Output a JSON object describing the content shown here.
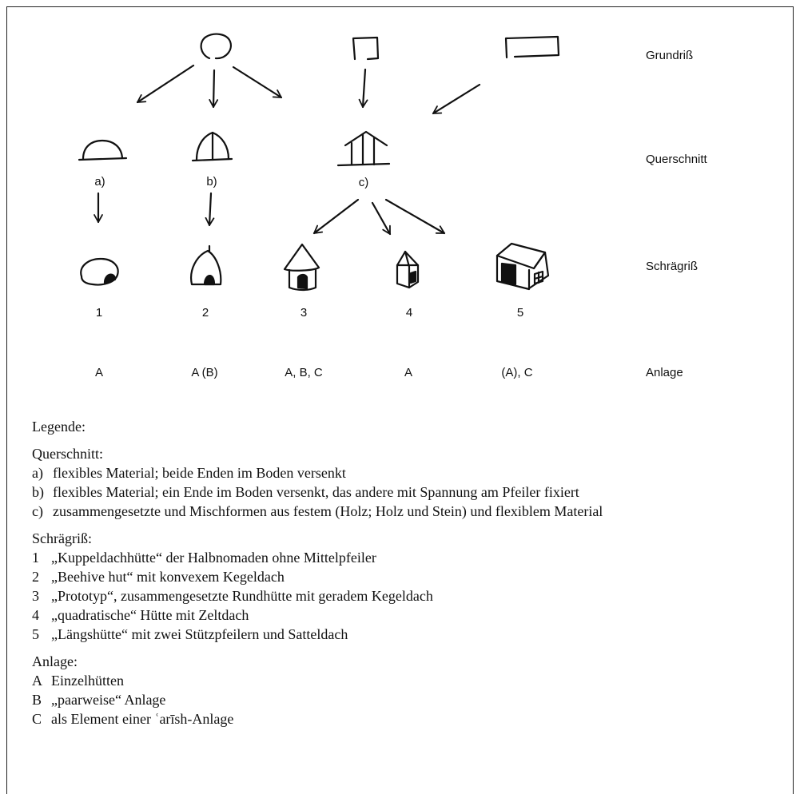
{
  "diagram": {
    "row_labels": {
      "grundriss": "Grundriß",
      "querschnitt": "Querschnitt",
      "schraegriss": "Schrägriß",
      "anlage": "Anlage"
    },
    "cross_section_labels": [
      "a)",
      "b)",
      "c)"
    ],
    "hut_numbers": [
      "1",
      "2",
      "3",
      "4",
      "5"
    ],
    "anlage_values": [
      "A",
      "A (B)",
      "A, B, C",
      "A",
      "(A), C"
    ]
  },
  "legend": {
    "title": "Legende:",
    "querschnitt": {
      "heading": "Querschnitt:",
      "items": [
        {
          "key": "a)",
          "text": "flexibles Material; beide Enden im Boden versenkt"
        },
        {
          "key": "b)",
          "text": "flexibles Material; ein Ende im Boden versenkt, das andere mit Spannung am Pfeiler fixiert"
        },
        {
          "key": "c)",
          "text": "zusammengesetzte und Mischformen aus festem (Holz; Holz und Stein) und flexiblem Material"
        }
      ]
    },
    "schraegriss": {
      "heading": "Schrägriß:",
      "items": [
        {
          "key": "1",
          "text": "„Kuppeldachhütte“ der Halbnomaden ohne Mittelpfeiler"
        },
        {
          "key": "2",
          "text": "„Beehive hut“ mit konvexem Kegeldach"
        },
        {
          "key": "3",
          "text": "„Prototyp“, zusammengesetzte Rundhütte mit geradem Kegeldach"
        },
        {
          "key": "4",
          "text": "„quadratische“ Hütte mit Zeltdach"
        },
        {
          "key": "5",
          "text": "„Längshütte“ mit zwei Stützpfeilern und Satteldach"
        }
      ]
    },
    "anlage": {
      "heading": "Anlage:",
      "items": [
        {
          "key": "A",
          "text": "Einzelhütten"
        },
        {
          "key": "B",
          "text": "„paarweise“ Anlage"
        },
        {
          "key": "C",
          "text": "als Element einer ʿarīsh-Anlage"
        }
      ]
    }
  }
}
